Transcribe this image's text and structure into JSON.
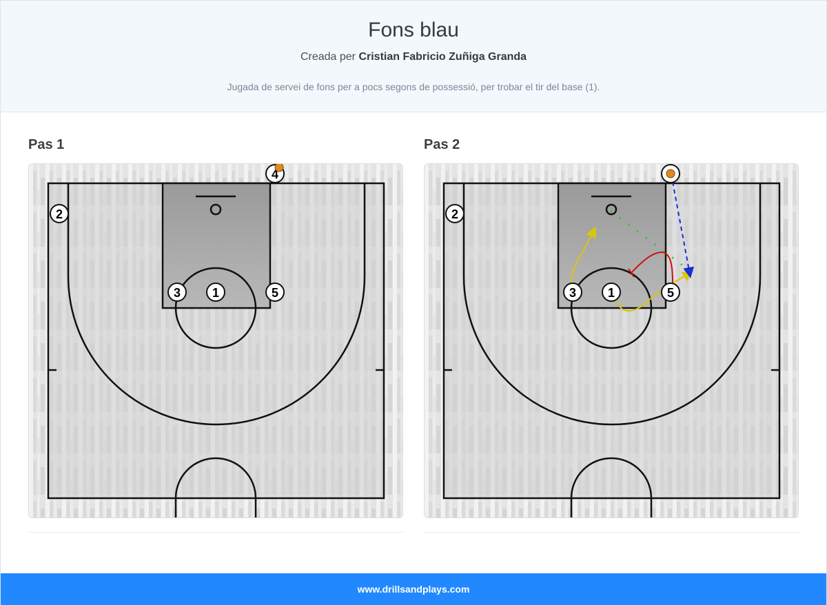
{
  "header": {
    "title": "Fons blau",
    "byline_prefix": "Creada per ",
    "author": "Cristian Fabricio Zuñiga Granda",
    "description": "Jugada de servei de fons per a pocs segons de possessió, per trobar el tir del base (1)."
  },
  "steps": [
    {
      "title": "Pas 1",
      "players": [
        {
          "label": "4",
          "has_ball": true
        },
        {
          "label": "2",
          "has_ball": false
        },
        {
          "label": "3",
          "has_ball": false
        },
        {
          "label": "1",
          "has_ball": false
        },
        {
          "label": "5",
          "has_ball": false
        }
      ]
    },
    {
      "title": "Pas 2",
      "players": [
        {
          "label": "",
          "has_ball": true
        },
        {
          "label": "2",
          "has_ball": false
        },
        {
          "label": "3",
          "has_ball": false
        },
        {
          "label": "1",
          "has_ball": false
        },
        {
          "label": "5",
          "has_ball": false
        }
      ],
      "legend_colors": {
        "move": "#d8c70a",
        "screen": "#cc1111",
        "pass": "#1a2ad8",
        "dribble": "#22cc22"
      }
    }
  ],
  "footer": {
    "site": "www.drillsandplays.com"
  },
  "colors": {
    "accent": "#2188ff",
    "header_bg": "#f3f8fd",
    "ball": "#e08a1e"
  },
  "icons": {
    "ball": "basketball-icon"
  }
}
